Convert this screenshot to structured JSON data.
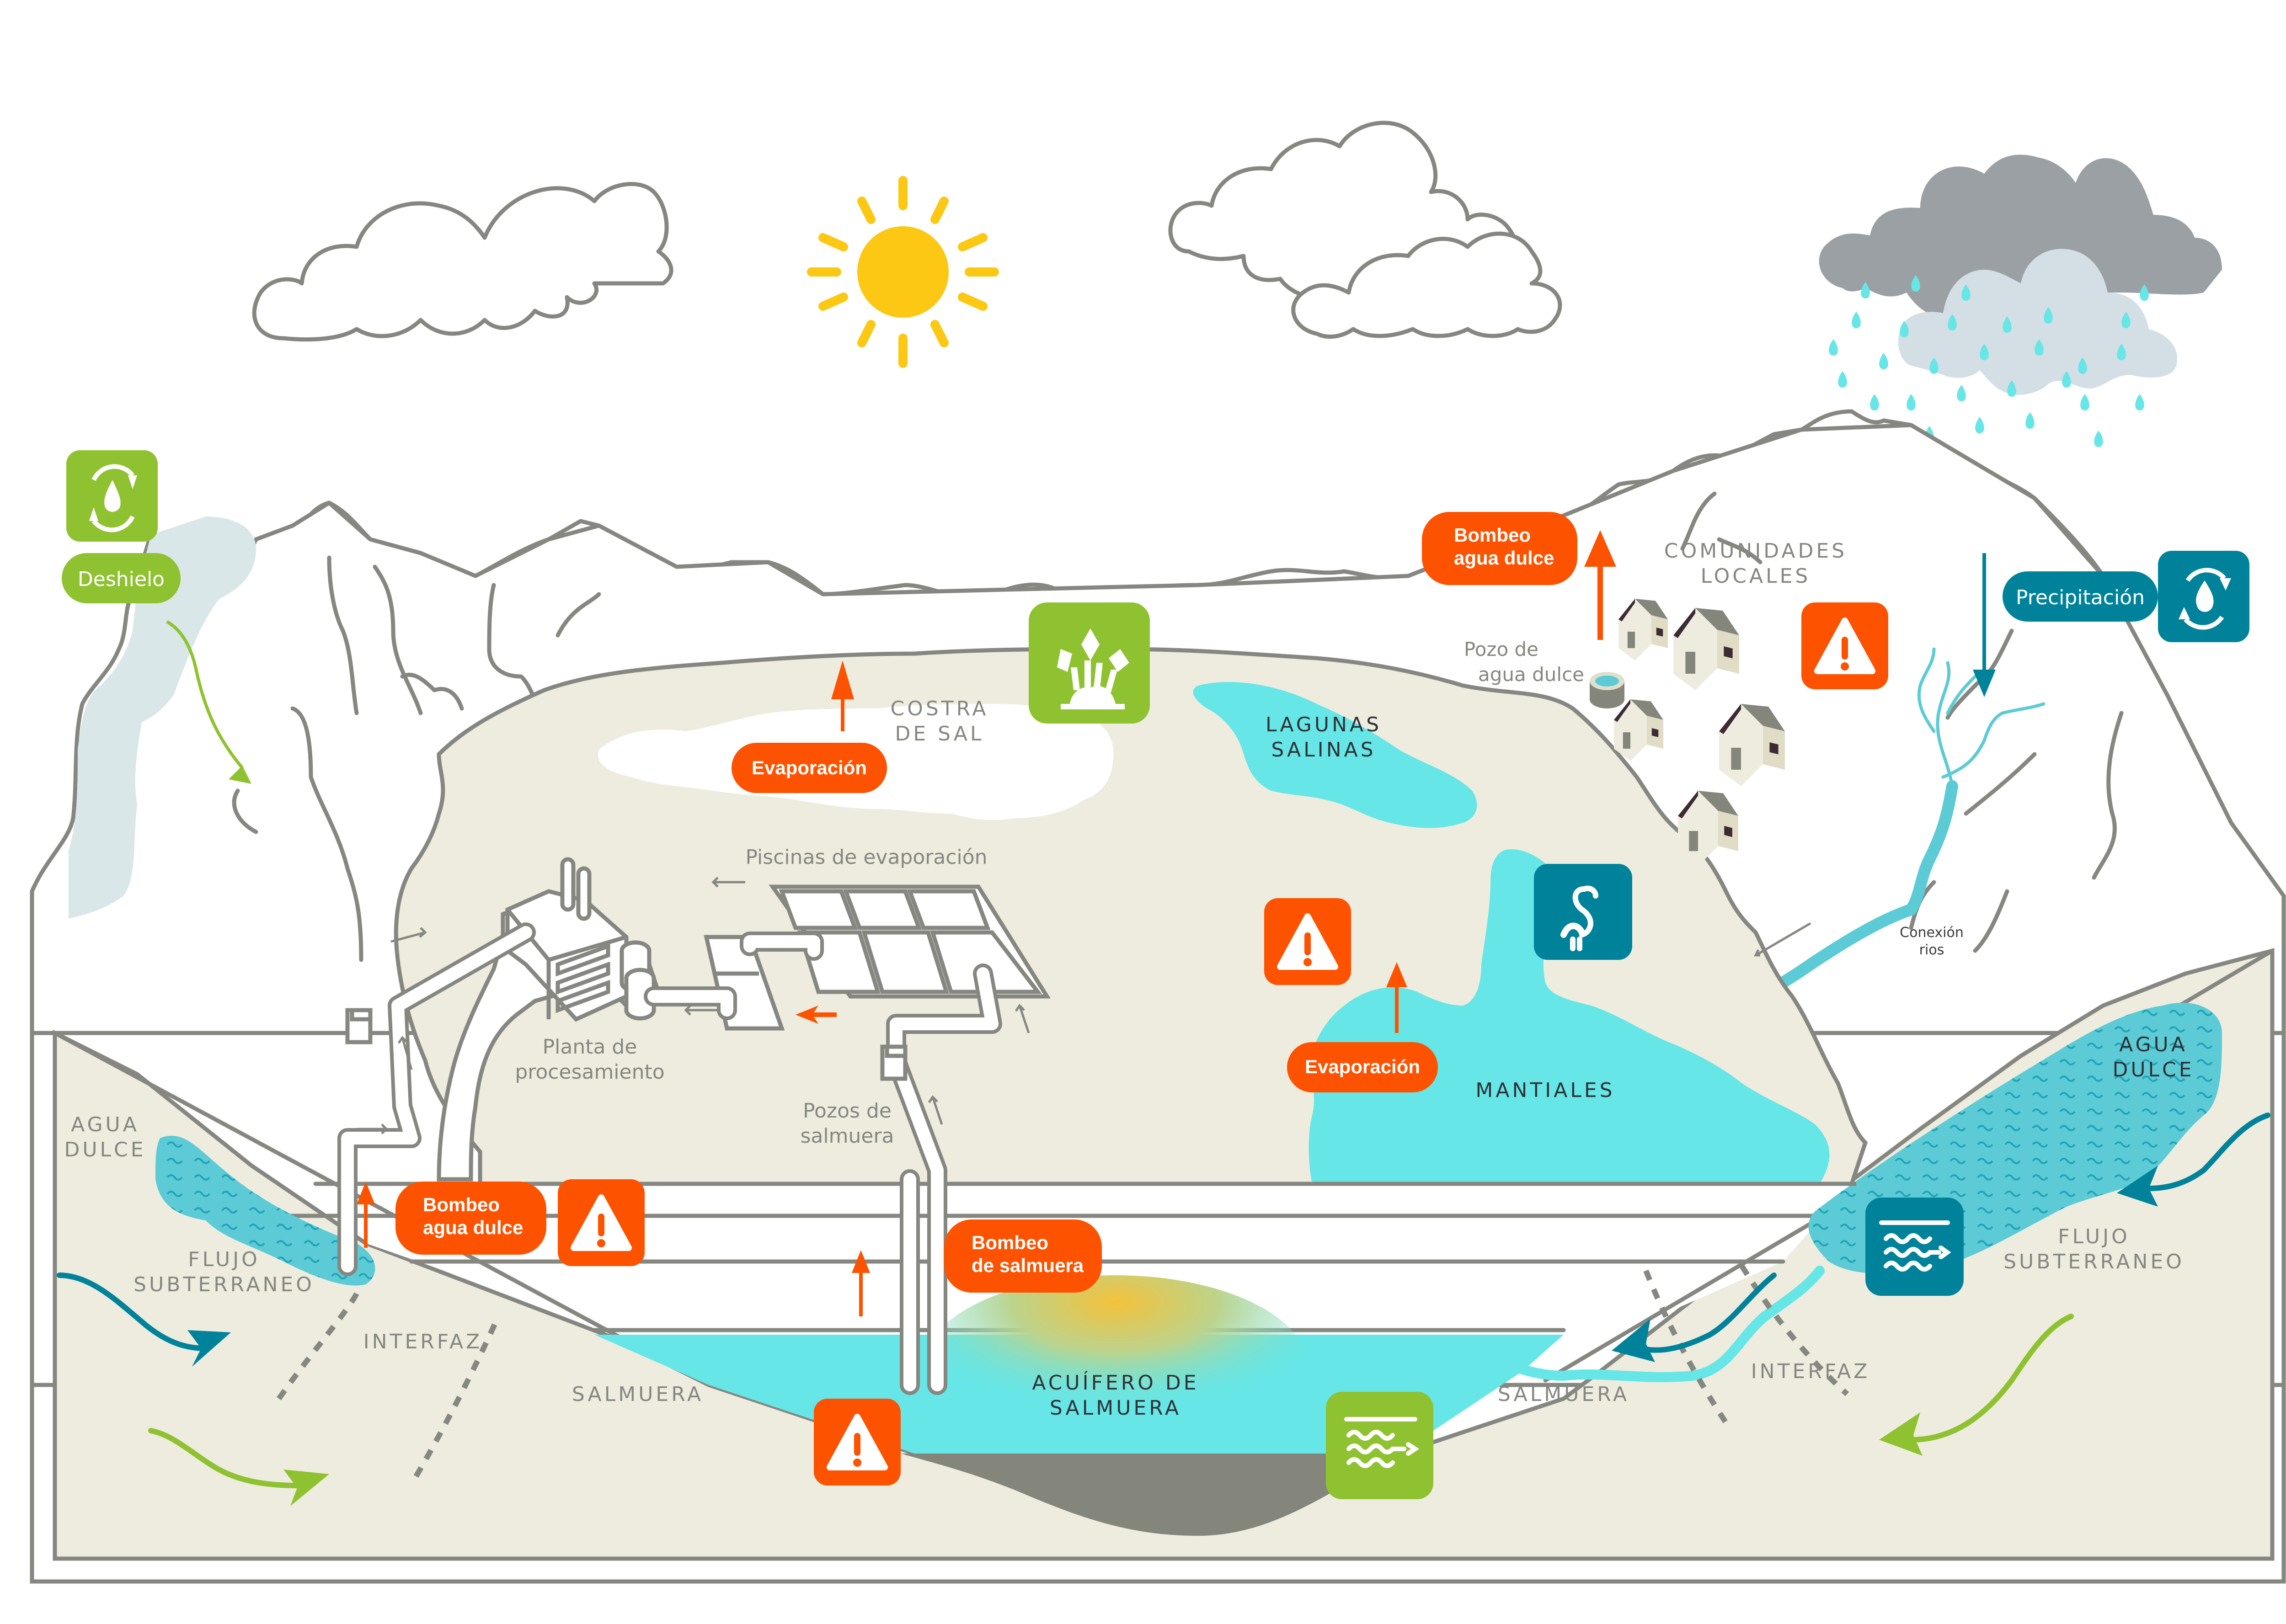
{
  "title": "Ciclo hidrológico en salar con extracción de litio",
  "colors": {
    "orange": "#fd5200",
    "green": "#8fc230",
    "teal": "#00839a",
    "cyan": "#66e6e6",
    "river": "#5ccbd6",
    "sand": "#eeecdf",
    "gray_line": "#858780",
    "sun": "#fcc813",
    "storm_cloud": "#9aa0a3",
    "light_cloud": "#d3dfe5",
    "snow_melt": "#d9e7e8",
    "clay": "#84867b"
  },
  "sky": {
    "sun_icon": "sun-icon",
    "clouds": [
      "cloud-left",
      "cloud-center",
      "storm-cloud"
    ],
    "rain_icon": "rain-drops"
  },
  "badges": [
    {
      "id": "deshielo",
      "icon": "water-cycle-icon",
      "color": "green",
      "label": "Deshielo"
    },
    {
      "id": "precipitacion",
      "icon": "water-cycle-icon",
      "color": "teal",
      "label": "Precipitación"
    }
  ],
  "process_labels": {
    "evaporacion_costra": "Evaporación",
    "evaporacion_mantiales": "Evaporación",
    "bombeo_agua_dulce_top": [
      "Bombeo",
      "agua dulce"
    ],
    "bombeo_agua_dulce_left": [
      "Bombeo",
      "agua dulce"
    ],
    "bombeo_salmuera": [
      "Bombeo",
      "de salmuera"
    ]
  },
  "area_labels": {
    "costra_de_sal": [
      "COSTRA",
      "DE SAL"
    ],
    "lagunas_salinas": [
      "LAGUNAS",
      "SALINAS"
    ],
    "mantiales": "MANTIALES",
    "comunidades_locales": [
      "COMUNIDADES",
      "LOCALES"
    ],
    "acuifero_de_salmuera": [
      "ACUÍFERO DE",
      "SALMUERA"
    ],
    "agua_dulce_left": [
      "AGUA",
      "DULCE"
    ],
    "agua_dulce_right": [
      "AGUA",
      "DULCE"
    ],
    "flujo_subterraneo_left": [
      "FLUJO",
      "SUBTERRANEO"
    ],
    "flujo_subterraneo_right": [
      "FLUJO",
      "SUBTERRANEO"
    ],
    "interfaz_left": "INTERFAZ",
    "interfaz_right": "INTERFAZ",
    "salmuera_left": "SALMUERA",
    "salmuera_right": "SALMUERA"
  },
  "infrastructure_labels": {
    "piscinas": "Piscinas de evaporación",
    "planta": [
      "Planta de",
      "procesamiento"
    ],
    "pozos_salmuera": [
      "Pozos de",
      "salmuera"
    ],
    "pozo_agua_dulce": [
      "Pozo de",
      "agua dulce"
    ],
    "conexion_rios": [
      "Conexión",
      "rios"
    ]
  },
  "icon_tiles": [
    {
      "name": "salt-crystal-icon",
      "color": "green",
      "location": "costra de sal"
    },
    {
      "name": "warning-icon",
      "color": "orange",
      "location": "comunidades locales"
    },
    {
      "name": "flamingo-icon",
      "color": "teal",
      "location": "mantiales"
    },
    {
      "name": "warning-icon",
      "color": "orange",
      "location": "lagunas / evaporación"
    },
    {
      "name": "warning-icon",
      "color": "orange",
      "location": "bombeo agua dulce"
    },
    {
      "name": "warning-icon",
      "color": "orange",
      "location": "acuífero de salmuera"
    },
    {
      "name": "groundwater-flow-icon",
      "color": "green",
      "location": "acuífero de salmuera"
    },
    {
      "name": "groundwater-flow-icon",
      "color": "teal",
      "location": "agua dulce derecha"
    }
  ]
}
